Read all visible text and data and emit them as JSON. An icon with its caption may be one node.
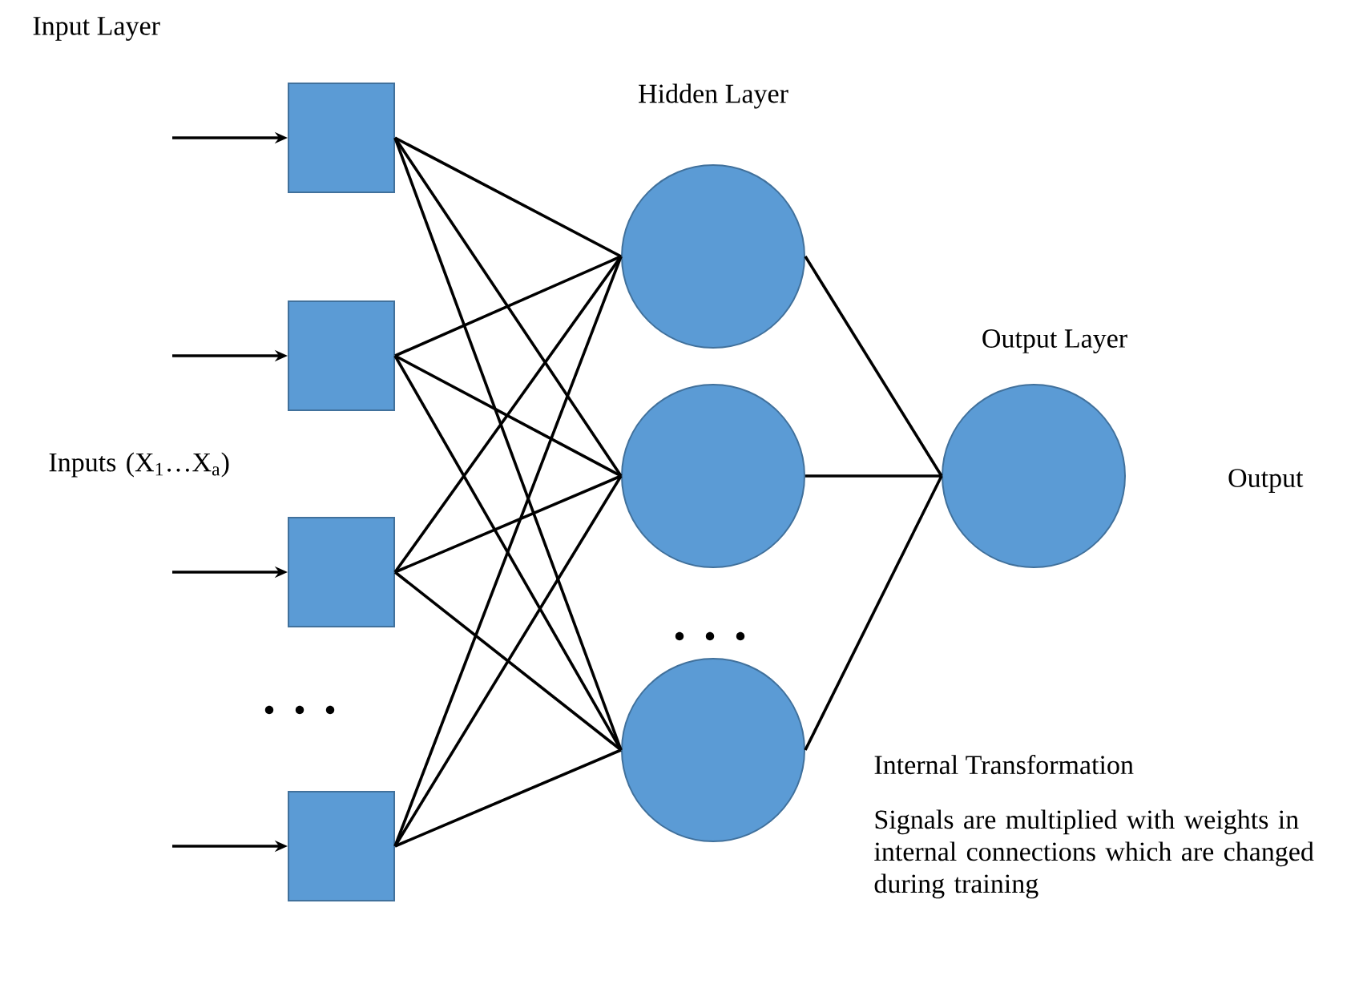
{
  "diagram": {
    "nodes": [
      {
        "text": [],
        "shape": "box"
      },
      {
        "text": [],
        "shape": "box"
      },
      {
        "text": [],
        "shape": "box"
      },
      {
        "text": [],
        "shape": "box"
      },
      {
        "text": [],
        "shape": "circle"
      },
      {
        "text": [],
        "shape": "circle"
      },
      {
        "text": [],
        "shape": "circle"
      },
      {
        "text": [],
        "shape": "circle",
        "beside": [
          "Output"
        ]
      }
    ],
    "edges": [
      {
        "from": null,
        "to": 0,
        "arrow": "to"
      },
      {
        "from": null,
        "to": 1,
        "arrow": "to"
      },
      {
        "from": null,
        "to": 2,
        "arrow": "to"
      },
      {
        "from": null,
        "to": 3,
        "arrow": "to"
      },
      {
        "from": 0,
        "to": 4,
        "arrow": "none"
      },
      {
        "from": 0,
        "to": 5,
        "arrow": "none"
      },
      {
        "from": 0,
        "to": 6,
        "arrow": "none"
      },
      {
        "from": 1,
        "to": 4,
        "arrow": "none"
      },
      {
        "from": 1,
        "to": 5,
        "arrow": "none"
      },
      {
        "from": 1,
        "to": 6,
        "arrow": "none"
      },
      {
        "from": 2,
        "to": 4,
        "arrow": "none"
      },
      {
        "from": 2,
        "to": 5,
        "arrow": "none"
      },
      {
        "from": 2,
        "to": 6,
        "arrow": "none"
      },
      {
        "from": 3,
        "to": 4,
        "arrow": "none"
      },
      {
        "from": 3,
        "to": 5,
        "arrow": "none"
      },
      {
        "from": 3,
        "to": 6,
        "arrow": "none"
      },
      {
        "from": 4,
        "to": 7,
        "arrow": "none"
      },
      {
        "from": 5,
        "to": 7,
        "arrow": "none"
      },
      {
        "from": 6,
        "to": 7,
        "arrow": "none"
      }
    ],
    "labels": [
      "Input Layer",
      "Hidden Layer",
      "Inputs (X$_{1}$…X$_{a}$)",
      "Output Layer",
      "Internal Transformation",
      "Signals are multiplied with weights in internal connections which are changed during training"
    ]
  }
}
